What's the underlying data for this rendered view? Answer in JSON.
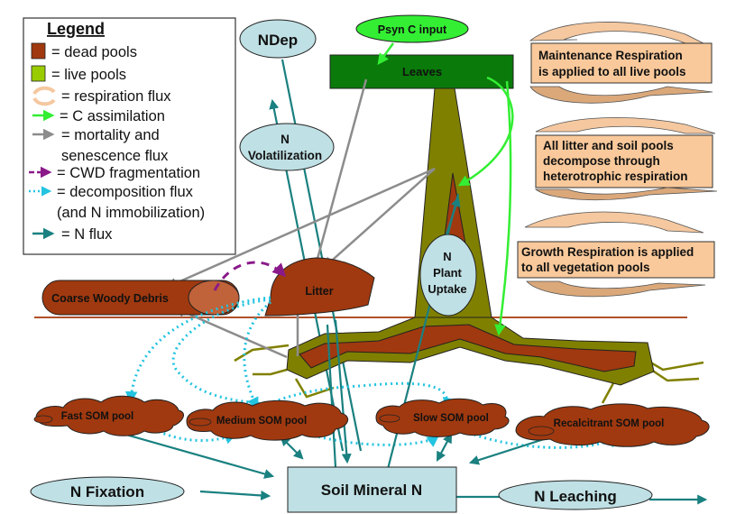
{
  "legend": {
    "title": "Legend",
    "items": [
      {
        "key": "dead",
        "label": "= dead pools",
        "color": "#a0390f"
      },
      {
        "key": "live",
        "label": "= live pools",
        "color": "#99cc00"
      },
      {
        "key": "respiration",
        "label": "= respiration flux",
        "color": "#f5c8a0"
      },
      {
        "key": "assimilation",
        "label": "= C assimilation",
        "color": "#33ee33"
      },
      {
        "key": "mortality",
        "label": "= mortality and",
        "label2": "senescence flux",
        "color": "#8c8c8c"
      },
      {
        "key": "cwd",
        "label": "= CWD fragmentation",
        "color": "#7a1a7a"
      },
      {
        "key": "decomposition",
        "label": "= decomposition flux",
        "label2": "(and N immobilization)",
        "color": "#33ccdd"
      },
      {
        "key": "nflux",
        "label": "= N flux",
        "color": "#1a8080"
      }
    ]
  },
  "nodes": {
    "ndep": "NDep",
    "psyn": "Psyn C input",
    "leaves": "Leaves",
    "n_volatilization_1": "N",
    "n_volatilization_2": "Volatilization",
    "n_plant_uptake_1": "N",
    "n_plant_uptake_2": "Plant",
    "n_plant_uptake_3": "Uptake",
    "cwd": "Coarse Woody Debris",
    "litter": "Litter",
    "fast_som": "Fast SOM pool",
    "medium_som": "Medium SOM pool",
    "slow_som": "Slow SOM pool",
    "recalcitrant_som": "Recalcitrant SOM pool",
    "soil_mineral_n": "Soil Mineral N",
    "n_fixation": "N Fixation",
    "n_leaching": "N Leaching"
  },
  "respiration_notes": [
    {
      "lines": [
        "Maintenance Respiration",
        "is applied to all live pools"
      ]
    },
    {
      "lines": [
        "All litter and soil pools",
        "decompose through",
        "heterotrophic respiration"
      ]
    },
    {
      "lines": [
        "Growth Respiration is applied",
        "to all vegetation pools"
      ]
    }
  ],
  "colors": {
    "dead": "#a0390f",
    "live": "#808000",
    "leaves": "#0a7a0a",
    "psyn": "#33ee33",
    "n_ellipse": "#bfe0e4",
    "resp_box": "#f9c99b",
    "resp_arrow": "#dba87a",
    "n_flux": "#1a8080",
    "mortality": "#8c8c8c",
    "assimilation": "#33ee33",
    "decomposition": "#33ccdd",
    "cwd_frag": "#7a1a7a",
    "ground": "#b0502a"
  }
}
